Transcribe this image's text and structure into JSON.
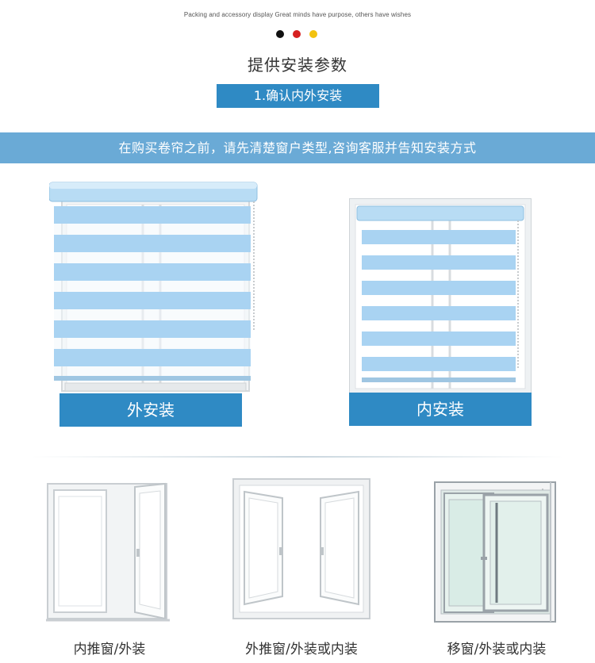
{
  "header": {
    "tagline": "Packing and accessory display Great minds have purpose, others have wishes",
    "dot_colors": [
      "#111111",
      "#d62020",
      "#f2c20f"
    ],
    "title": "提供安装参数",
    "step_label": "1.确认内外安装"
  },
  "banner": {
    "text": "在购买卷帘之前，请先清楚窗户类型,咨询客服并告知安装方式"
  },
  "mount_types": [
    {
      "label": "外安装"
    },
    {
      "label": "内安装"
    }
  ],
  "window_types": [
    {
      "label": "内推窗/外装"
    },
    {
      "label": "外推窗/外装或内装"
    },
    {
      "label": "移窗/外装或内装"
    }
  ],
  "colors": {
    "accent_blue": "#2f8ac4",
    "banner_blue": "#6aaad6",
    "blind_blue": "#a9d3f2",
    "frame_gray": "#d9dde0"
  }
}
